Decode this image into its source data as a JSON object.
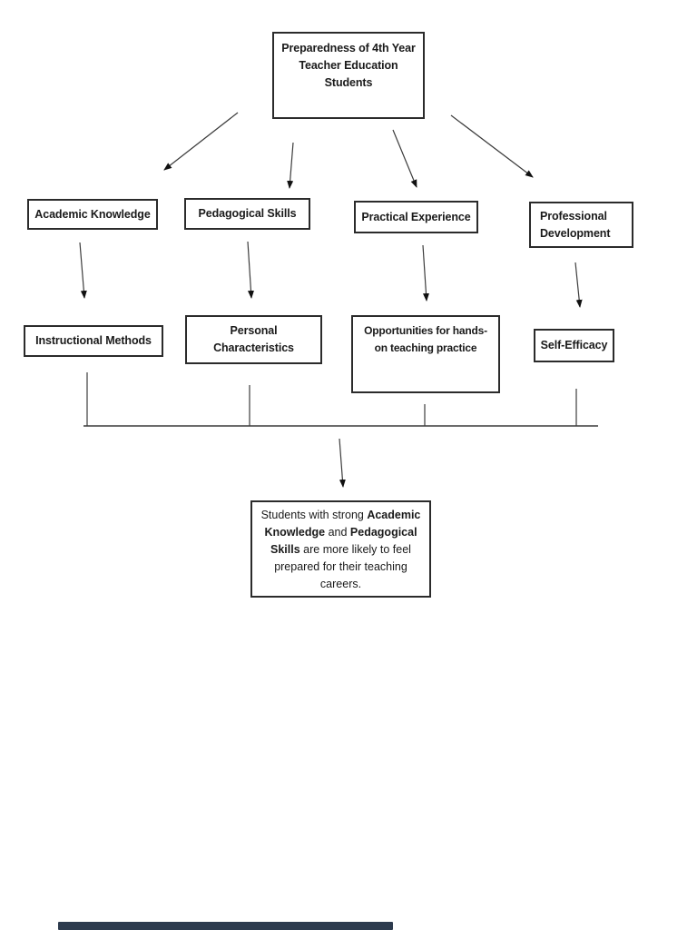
{
  "colors": {
    "page_background": "#ffffff",
    "box_border": "#2b2b2b",
    "text": "#1a1a1a",
    "connector_line": "#3c3c3c",
    "arrowhead": "#111111",
    "scrollbar_thumb": "#2d3b4e"
  },
  "diagram": {
    "root": {
      "label": "Preparedness of 4th Year\nTeacher Education\nStudents"
    },
    "level1": [
      {
        "id": "academic-knowledge",
        "label": "Academic Knowledge"
      },
      {
        "id": "pedagogical-skills",
        "label": "Pedagogical Skills"
      },
      {
        "id": "practical-experience",
        "label": "Practical Experience"
      },
      {
        "id": "professional-development",
        "label": "Professional\nDevelopment"
      }
    ],
    "level2": [
      {
        "id": "instructional-methods",
        "label": "Instructional Methods"
      },
      {
        "id": "personal-characteristics",
        "label": "Personal\nCharacteristics"
      },
      {
        "id": "hands-on-teaching-practice",
        "label": "Opportunities for hands-\non teaching practice"
      },
      {
        "id": "self-efficacy",
        "label": "Self-Efficacy"
      }
    ],
    "conclusion": {
      "full_text": "Students with strong Academic Knowledge and Pedagogical Skills are more likely to feel prepared for their teaching careers.",
      "segments": [
        {
          "text": "Students with strong ",
          "bold": false
        },
        {
          "text": "Academic Knowledge",
          "bold": true
        },
        {
          "text": " and ",
          "bold": false
        },
        {
          "text": "Pedagogical Skills",
          "bold": true
        },
        {
          "text": " are more likely to feel prepared for their teaching careers.",
          "bold": false
        }
      ]
    }
  }
}
